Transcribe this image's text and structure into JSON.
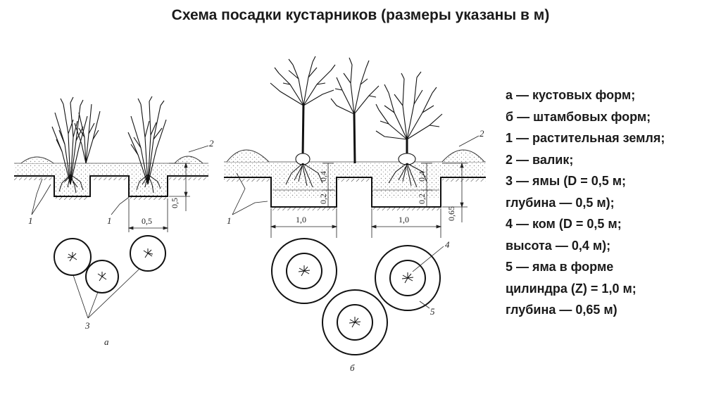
{
  "title": "Схема посадки кустарников (размеры указаны в м)",
  "figure_labels": {
    "a": "а",
    "b": "б"
  },
  "callouts": {
    "c1": "1",
    "c2": "2",
    "c3": "3",
    "c4": "4",
    "c5": "5"
  },
  "dimensions": {
    "a_width": "0,5",
    "a_depth": "0,5",
    "b_width": "1,0",
    "b_ball_height": "0,4",
    "b_bottom": "0,2",
    "b_depth": "0,65"
  },
  "legend": [
    "а — кустовых форм;",
    "б — штамбовых форм;",
    "1 — растительная земля;",
    "2 — валик;",
    "3 — ямы (D = 0,5 м;",
    "глубина — 0,5 м);",
    " 4 — ком (D = 0,5 м;",
    "высота — 0,4 м);",
    "5 — яма в форме",
    "цилиндра (Z) = 1,0 м;",
    "глубина — 0,65 м)"
  ]
}
